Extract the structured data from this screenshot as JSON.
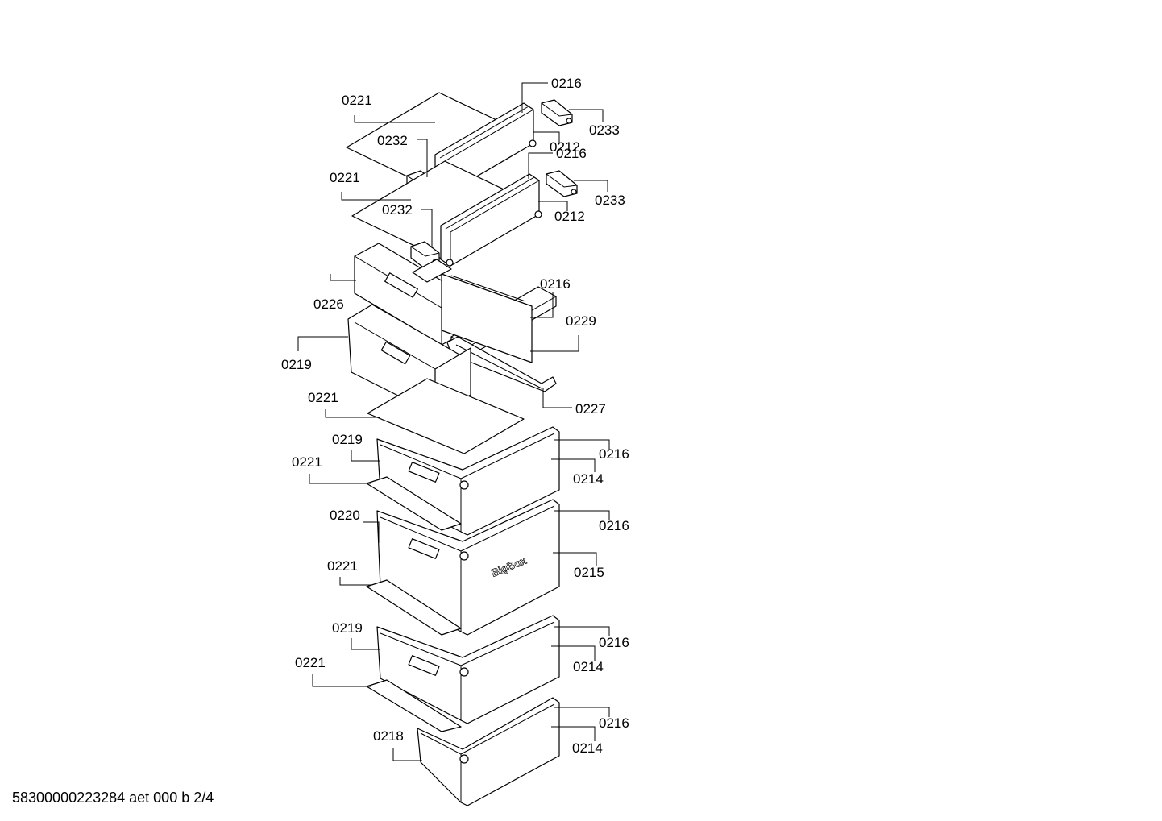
{
  "document_id": "58300000223284 aet 000 b 2/4",
  "brand_text": "BigBox",
  "part_labels": [
    "0216",
    "0221",
    "0233",
    "0232",
    "0212",
    "0216",
    "0221",
    "0233",
    "0232",
    "0212",
    "0216",
    "0226",
    "0229",
    "0219",
    "0227",
    "0221",
    "0219",
    "0216",
    "0221",
    "0214",
    "0220",
    "0216",
    "0221",
    "0215",
    "0219",
    "0216",
    "0221",
    "0214",
    "0218",
    "0216",
    "0214"
  ]
}
